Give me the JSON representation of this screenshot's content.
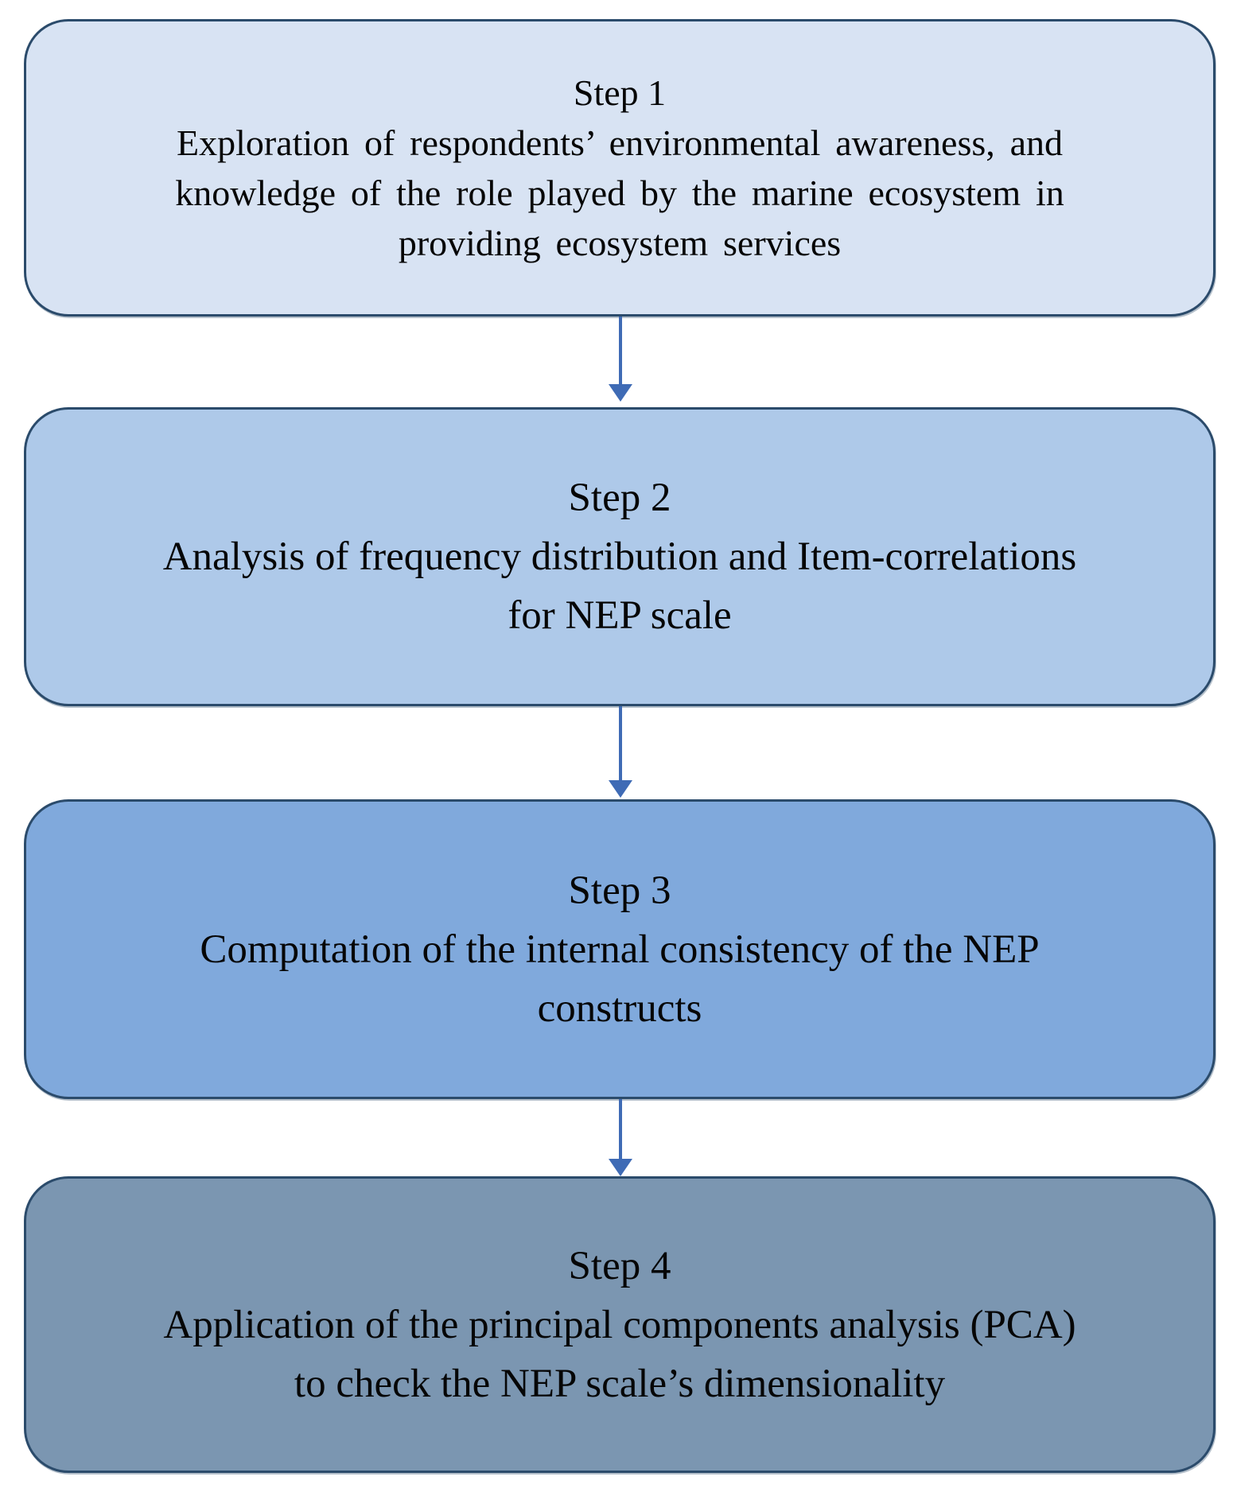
{
  "page": {
    "background_color": "#ffffff",
    "text_color": "#060606"
  },
  "diagram": {
    "type": "flowchart",
    "direction": "top-down",
    "arrow_color": "#3f6bb5",
    "border_color": "#2b4b6b",
    "steps": [
      {
        "title": "Step 1",
        "lines": [
          "Exploration of respondents’ environmental awareness, and",
          "knowledge of the role played by the marine ecosystem in",
          "providing ecosystem services"
        ],
        "fill": "#d8e3f3",
        "border": "#2b4b6b"
      },
      {
        "title": "Step 2",
        "lines": [
          "Analysis of frequency distribution and Item-correlations",
          "for NEP scale"
        ],
        "fill": "#aec9e9",
        "border": "#2b4b6b"
      },
      {
        "title": "Step 3",
        "lines": [
          "Computation of the internal consistency of the NEP",
          "constructs"
        ],
        "fill": "#80a9dc",
        "border": "#2b4b6b"
      },
      {
        "title": "Step 4",
        "lines": [
          "Application of the principal components analysis (PCA)",
          "to check the NEP scale’s dimensionality"
        ],
        "fill": "#7b96b1",
        "border": "#2b4b6b"
      }
    ]
  }
}
